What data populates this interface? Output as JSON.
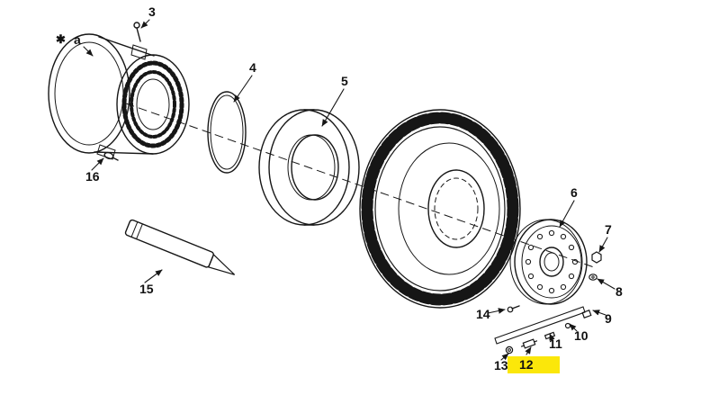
{
  "diagram": {
    "highlight_color": "#fbe70a",
    "line_color": "#161616",
    "callouts": {
      "asterisk": "✱",
      "a": "a",
      "n3": "3",
      "n4": "4",
      "n5": "5",
      "n6": "6",
      "n7": "7",
      "n8": "8",
      "n9": "9",
      "n10": "10",
      "n11": "11",
      "n12": "12",
      "n13": "13",
      "n14": "14",
      "n15": "15",
      "n16": "16"
    }
  }
}
